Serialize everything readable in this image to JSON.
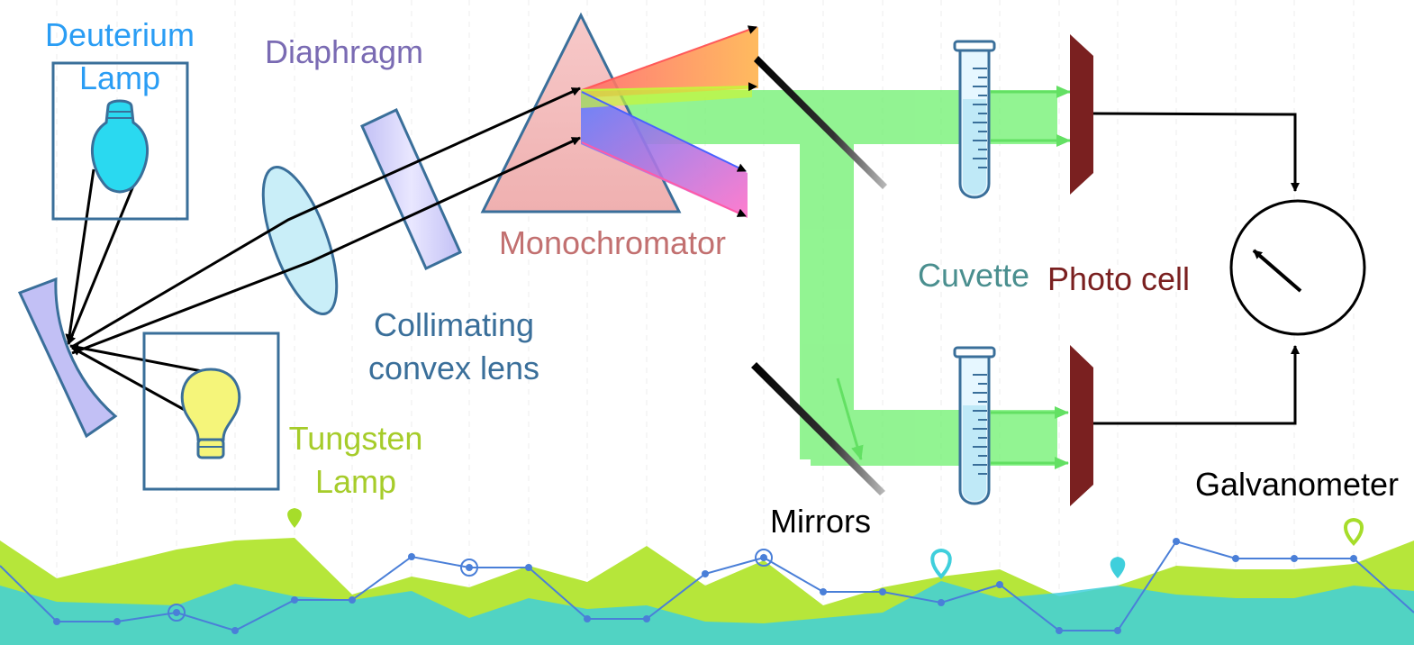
{
  "labels": {
    "deuterium_lamp": [
      "Deuterium",
      "Lamp"
    ],
    "diaphragm": "Diaphragm",
    "monochromator": "Monochromator",
    "collimating_lens": [
      "Collimating",
      "convex lens"
    ],
    "tungsten_lamp": [
      "Tungsten",
      "Lamp"
    ],
    "cuvette": "Cuvette",
    "photo_cell": "Photo cell",
    "galvanometer": "Galvanometer",
    "mirrors": "Mirrors"
  },
  "colors": {
    "deuterium": "#2a9df4",
    "diaphragm": "#7a6bb3",
    "monochromator": "#c27070",
    "lens": "#3a6f9a",
    "tungsten": "#a6cc2a",
    "cuvette": "#4a8f8f",
    "photo_cell": "#7a2020",
    "beam": "#6ef06e",
    "footer_green": "#b6e63a",
    "footer_teal": "#3fcfdc"
  },
  "icons": {
    "deuterium_bulb": "light-bulb-icon",
    "tungsten_bulb": "light-bulb-icon",
    "cuvette": "test-tube-icon",
    "galvanometer": "gauge-icon",
    "footer_markers": "location-pin-icon"
  }
}
